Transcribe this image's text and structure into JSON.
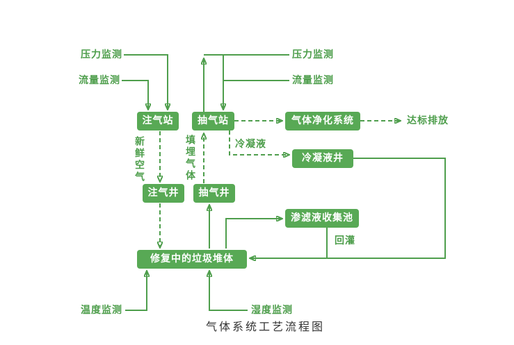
{
  "title": "气体系统工艺流程图",
  "colors": {
    "green": "#4E9E4C",
    "box_fill": "#58A955",
    "title_text": "#333333"
  },
  "nodes": {
    "injection_station": "注气站",
    "extraction_station": "抽气站",
    "purification_system": "气体净化系统",
    "condensate_well": "冷凝液井",
    "injection_well": "注气井",
    "extraction_well": "抽气井",
    "leachate_pool": "渗滤液收集池",
    "waste_pile": "修复中的垃圾堆体"
  },
  "labels": {
    "pressure_left": "压力监测",
    "flow_left": "流量监测",
    "pressure_right": "压力监测",
    "flow_right": "流量监测",
    "discharge": "达标排放",
    "fresh_air": "新鲜空气",
    "landfill_gas": "填埋气体",
    "condensate": "冷凝液",
    "reinjection": "回灌",
    "temperature": "温度监测",
    "humidity": "湿度监测"
  }
}
